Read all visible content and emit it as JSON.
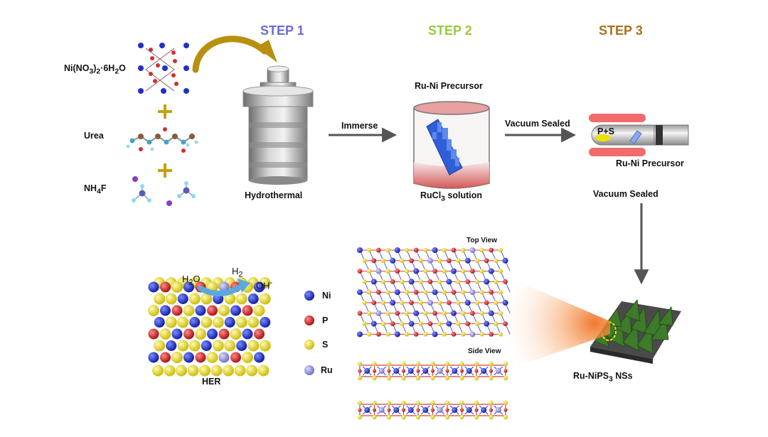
{
  "steps": [
    {
      "label": "STEP 1",
      "color": "#6c6cd6"
    },
    {
      "label": "STEP 2",
      "color": "#96cc3c"
    },
    {
      "label": "STEP 3",
      "color": "#a8701e"
    }
  ],
  "reagents": {
    "nickel_nitrate": {
      "base": "Ni(NO",
      "sub1": "3",
      "mid": ")",
      "sub2": "2",
      "rest": "·6H",
      "sub3": "2",
      "end": "O"
    },
    "urea": "Urea",
    "ammonium_fluoride": {
      "base": "NH",
      "sub": "4",
      "end": "F"
    }
  },
  "labels": {
    "hydrothermal": "Hydrothermal",
    "immerse": "Immerse",
    "ru_ni_precursor_top": "Ru-Ni Precursor",
    "rucl3": {
      "base": "RuCl",
      "sub": "3",
      "end": " solution"
    },
    "vacuum_sealed_arrow": "Vacuum Sealed",
    "p_s": "P+S",
    "ru_ni_precursor_tube": "Ru-Ni Precursor",
    "vacuum_sealed_below": "Vacuum Sealed",
    "top_view": "Top View",
    "side_view": "Side View",
    "product": {
      "base": "Ru-NiPS",
      "sub": "3",
      "end": " NSs"
    },
    "her": "HER",
    "h2o": {
      "base": "H",
      "sub": "2",
      "end": "O"
    },
    "h2": {
      "base": "H",
      "sub": "2"
    },
    "oh": {
      "base": "OH",
      "sup": "-"
    }
  },
  "legend": [
    {
      "label": "Ni",
      "color": "#1c2fd4"
    },
    {
      "label": "P",
      "color": "#d81c1c"
    },
    {
      "label": "S",
      "color": "#e8dc1a"
    },
    {
      "label": "Ru",
      "color": "#8a8ae0"
    }
  ],
  "colors": {
    "arrow": "#555555",
    "gold_arrow": "#b8900e",
    "plus": "#c8a010",
    "heater": "#f05050",
    "nanosheet": "#3d7a2a"
  }
}
